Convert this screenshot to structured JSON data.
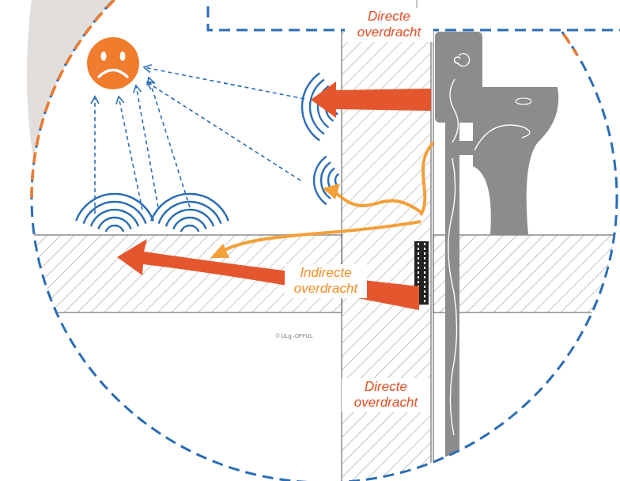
{
  "diagram": {
    "labels": [
      "Directe overdracht",
      "Indirecte overdracht",
      "Directe overdracht",
      "© ULg -OFFUL"
    ]
  }
}
